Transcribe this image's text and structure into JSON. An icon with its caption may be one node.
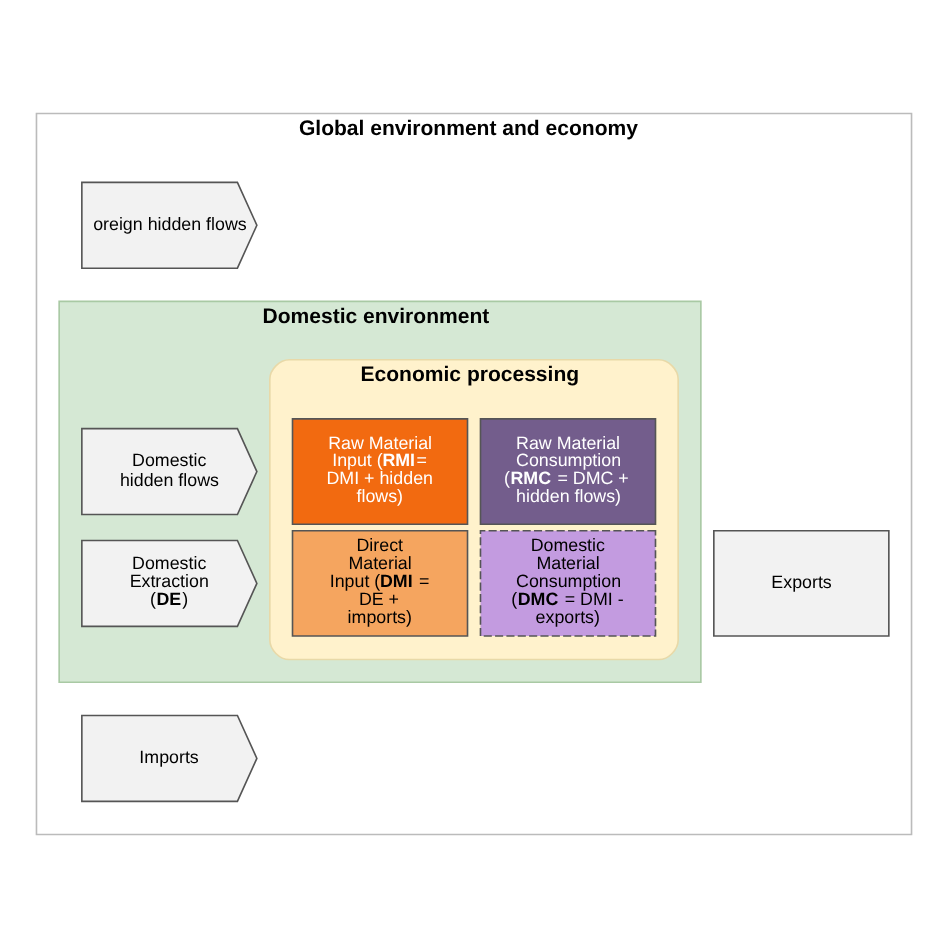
{
  "diagram": {
    "nodes": [
      {
        "text": [
          "Global environment and economy"
        ]
      },
      {
        "text": [
          "Domestic environment"
        ],
        "in": 0
      },
      {
        "text": [
          "Economic processing"
        ],
        "in": 1
      },
      {
        "text": [
          "Domestic hidden flows"
        ],
        "in": 1
      },
      {
        "text": [
          "oreign hidden flows"
        ],
        "in": 0
      },
      {
        "text": [
          "Imports"
        ],
        "in": 0
      },
      {
        "text": [
          "Domestic Extraction (**DE**)"
        ],
        "in": 1
      },
      {
        "text": [
          "Raw Material Input (**RMI**= DMI + hidden flows)"
        ],
        "in": 2
      },
      {
        "text": [
          "Raw Material Consumption (**RMC** = DMC + hidden flows)"
        ],
        "in": 2
      },
      {
        "text": [
          "Direct Material Input (**DMI** = DE + imports)"
        ],
        "in": 2
      },
      {
        "text": [
          "Domestic Material Consumption (**DMC** = DMI - exports)"
        ],
        "in": 2
      },
      {
        "text": [
          "Exports"
        ],
        "in": 0
      }
    ]
  }
}
